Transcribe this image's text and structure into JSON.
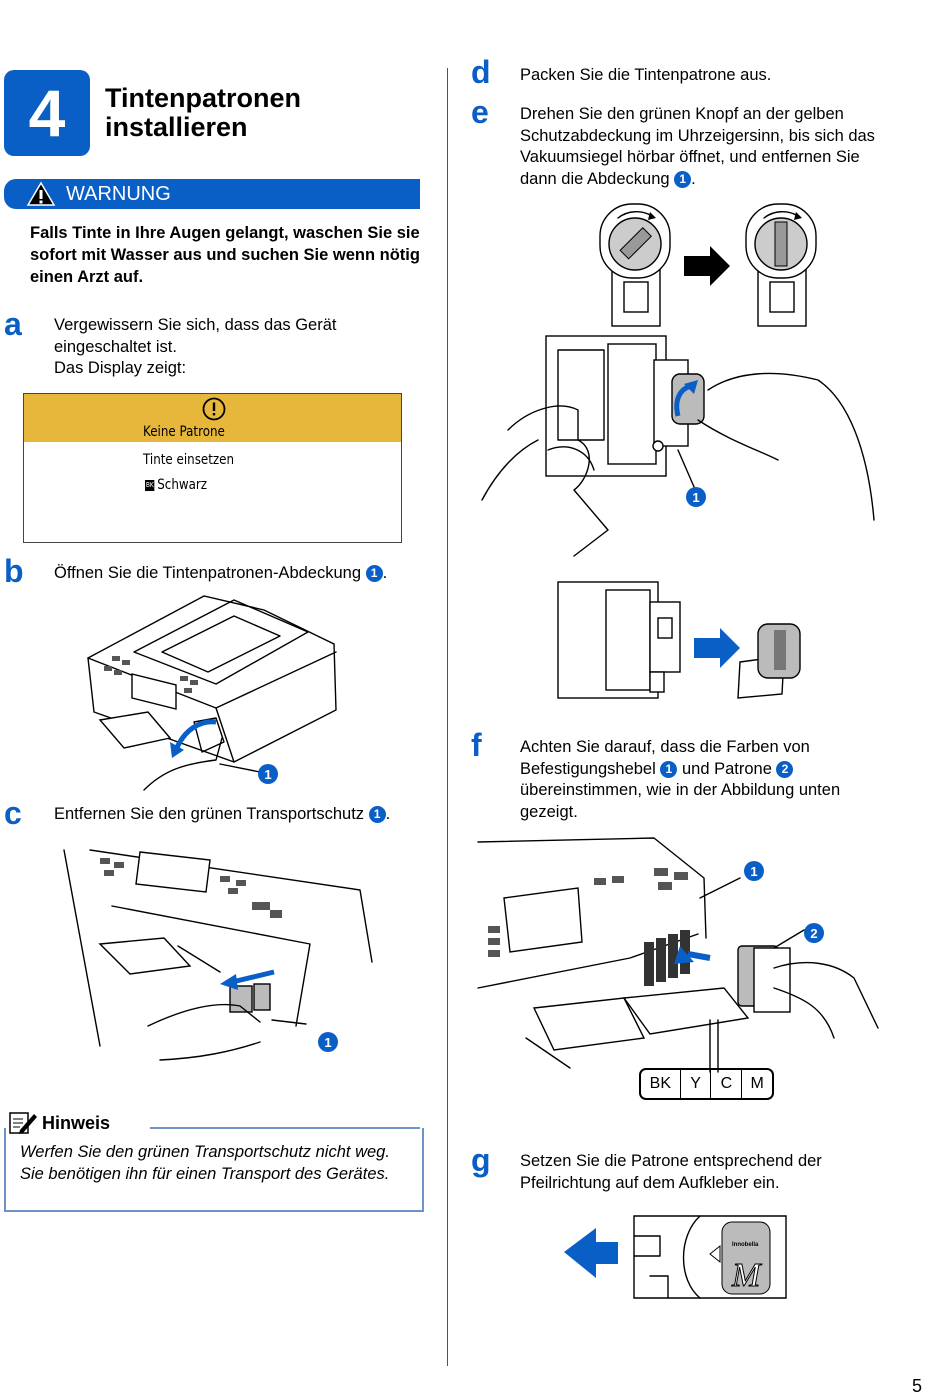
{
  "step": {
    "number": "4",
    "title": "Tintenpatronen\ninstallieren"
  },
  "warning": {
    "label": "WARNUNG",
    "text": "Falls Tinte in Ihre Augen gelangt, waschen Sie sie sofort mit Wasser aus und suchen Sie wenn nötig einen Arzt auf."
  },
  "steps": {
    "a": {
      "letter": "a",
      "text": "Vergewissern Sie sich, dass das Gerät eingeschaltet ist.",
      "text2": "Das Display zeigt:"
    },
    "b": {
      "letter": "b",
      "text": "Öffnen Sie die Tintenpatronen-Abdeckung",
      "ref": "1",
      "end": "."
    },
    "c": {
      "letter": "c",
      "text": "Entfernen Sie den grünen Transportschutz",
      "ref": "1",
      "end": "."
    },
    "d": {
      "letter": "d",
      "text": "Packen Sie die Tintenpatrone aus."
    },
    "e": {
      "letter": "e",
      "text": "Drehen Sie den grünen Knopf an der gelben Schutzabdeckung im Uhrzeigersinn, bis sich das Vakuumsiegel hörbar öffnet, und entfernen Sie dann die Abdeckung",
      "ref": "1",
      "end": "."
    },
    "f": {
      "letter": "f",
      "text1": "Achten Sie darauf, dass die Farben von Befestigungshebel",
      "ref1": "1",
      "text2": "und Patrone",
      "ref2": "2",
      "text3": "übereinstimmen, wie in der Abbildung unten gezeigt."
    },
    "g": {
      "letter": "g",
      "text": "Setzen Sie die Patrone entsprechend der Pfeilrichtung auf dem Aufkleber ein."
    }
  },
  "display": {
    "line1": "Keine Patrone",
    "line2": "Tinte einsetzen",
    "badge": "BK",
    "line3": "Schwarz",
    "header_color": "#e6b73a"
  },
  "callouts": {
    "one": "1",
    "two": "2"
  },
  "color_label": {
    "cells": [
      "BK",
      "Y",
      "C",
      "M"
    ]
  },
  "cartridge_label": {
    "brand": "Innobella",
    "letter": "M"
  },
  "note": {
    "title": "Hinweis",
    "text": "Werfen Sie den grünen Transportschutz nicht weg. Sie benötigen ihn für einen Transport des Gerätes."
  },
  "page_number": "5",
  "colors": {
    "accent": "#0a5fc6",
    "display_header": "#e6b73a"
  }
}
